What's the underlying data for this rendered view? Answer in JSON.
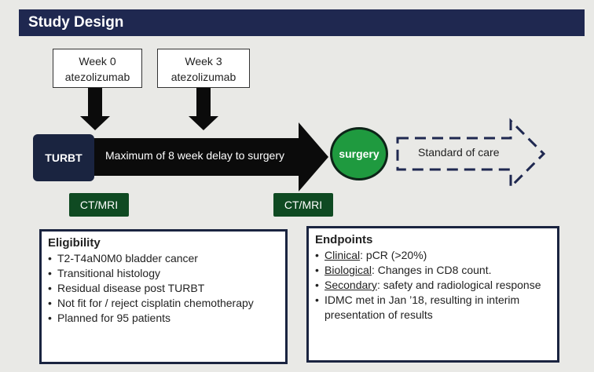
{
  "title": "Study Design",
  "weeks": [
    {
      "line1": "Week 0",
      "line2": "atezolizumab"
    },
    {
      "line1": "Week 3",
      "line2": "atezolizumab"
    }
  ],
  "turbt": "TURBT",
  "delay": "Maximum of 8 week delay to surgery",
  "surgery": "surgery",
  "standard_of_care": "Standard of care",
  "ct_mri": [
    "CT/MRI",
    "CT/MRI"
  ],
  "eligibility": {
    "heading": "Eligibility",
    "items": [
      "T2-T4aN0M0 bladder cancer",
      "Transitional histology",
      "Residual disease post TURBT",
      "Not fit for / reject cisplatin chemotherapy",
      "Planned for 95 patients"
    ]
  },
  "endpoints": {
    "heading": "Endpoints",
    "items": [
      {
        "label": "Clinical",
        "text": ": pCR (>20%)"
      },
      {
        "label": "Biological",
        "text": ": Changes in CD8 count."
      },
      {
        "label": "Secondary",
        "text": ": safety and radiological response"
      },
      {
        "label": "",
        "text": "IDMC met in Jan ’18, resulting in interim presentation of results"
      }
    ]
  },
  "colors": {
    "navy": "#1f2850",
    "green": "#1f9a3f",
    "dark_green": "#0f4a22",
    "arrow": "#0b0b0b"
  }
}
